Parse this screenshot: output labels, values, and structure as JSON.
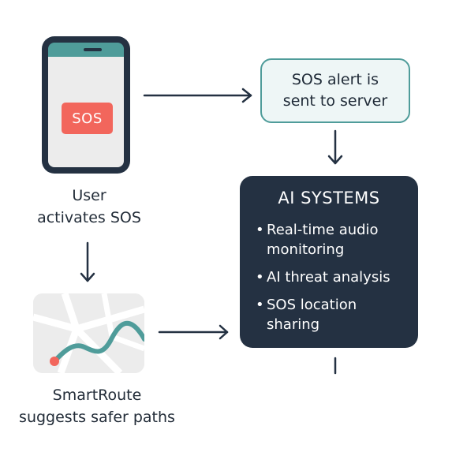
{
  "phone": {
    "button_label": "SOS"
  },
  "user_step": {
    "label_line1": "User",
    "label_line2": "activates SOS"
  },
  "alert_step": {
    "line1": "SOS alert is",
    "line2": "sent to server"
  },
  "ai_systems": {
    "title": "AI SYSTEMS",
    "items": [
      {
        "line1": "Real-time audio",
        "line2": "monitoring"
      },
      {
        "line1": "AI threat analysis",
        "line2": ""
      },
      {
        "line1": "SOS location",
        "line2": "sharing"
      }
    ],
    "bullet": "•"
  },
  "route_step": {
    "label_line1": "SmartRoute",
    "label_line2": "suggests safer paths"
  },
  "colors": {
    "dark": "#243142",
    "teal": "#4f9c9a",
    "sos_red": "#f2665c",
    "light_gray": "#ececec",
    "alert_fill": "#eef6f6"
  }
}
